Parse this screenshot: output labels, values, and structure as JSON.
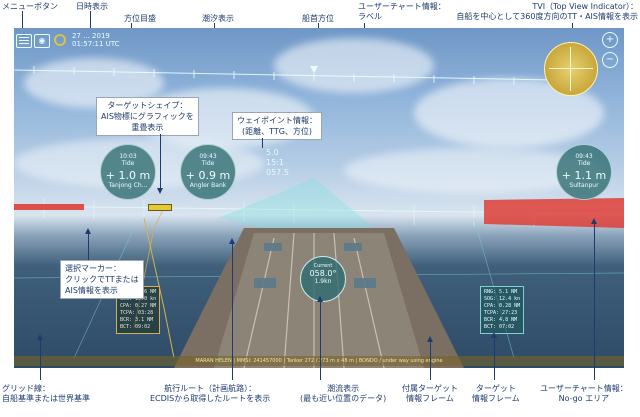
{
  "top_labels": {
    "menu_button": "メニューボタン",
    "time_display": "日時表示",
    "bearing": "方位目盛",
    "tide_display": "潮汐表示",
    "heading": "船首方位",
    "user_chart_label_title": "ユーザーチャート情報：",
    "user_chart_label_sub": "ラベル",
    "tvi_title": "TVI（Top View Indicator）：",
    "tvi_sub": "自船を中心として360度方向のTT・AIS情報を表示"
  },
  "callouts": {
    "target_shape_line1": "ターゲットシェイプ：",
    "target_shape_line2": "AIS物標にグラフィックを",
    "target_shape_line3": "重畳表示",
    "waypoint_line1": "ウェイポイント情報：",
    "waypoint_line2": "(距離、TTG、方位)",
    "select_marker_line1": "選択マーカー：",
    "select_marker_line2": "クリックでTTまたは",
    "select_marker_line3": "AIS情報を表示"
  },
  "bottom_labels": {
    "grid_line1": "グリッド線：",
    "grid_line2": "自船基準または世界基準",
    "route_line1": "航行ルート（計画航路）：",
    "route_line2": "ECDISから取得したルートを表示",
    "current_line1": "潮流表示",
    "current_line2": "(最も近い位置のデータ)",
    "attached_line1": "付属ターゲット",
    "attached_line2": "情報フレーム",
    "target_frame_line1": "ターゲット",
    "target_frame_line2": "情報フレーム",
    "nogo_line1": "ユーザーチャート情報：",
    "nogo_line2": "No-go エリア"
  },
  "hud": {
    "date": "27 ... 2019",
    "time": "01:57:11 UTC",
    "zoom_in": "+",
    "zoom_out": "−"
  },
  "tide_widgets": [
    {
      "time": "10:03",
      "label": "Tide",
      "value": "+ 1.0 m",
      "place": "Tanjong Ch..."
    },
    {
      "time": "09:43",
      "label": "Tide",
      "value": "+ 0.9 m",
      "place": "Angler Bank"
    },
    {
      "time": "09:43",
      "label": "Tide",
      "value": "+ 1.1 m",
      "place": "Sultanpur"
    }
  ],
  "waypoint_values": [
    "5.0",
    "15:1",
    "057.5"
  ],
  "current_widget": {
    "label": "Current",
    "bearing": "058.0°",
    "speed": "1.9kn"
  },
  "status_bar": "MARAN HELEN | MMSI: 241457000 | Tanker 272 / 273 m x 48 m | BONDO / under way using engine",
  "target_info_left": [
    "RNG: 0.86 NM",
    "SOG: 10.0 kn",
    "CPA: 0.27 NM",
    "TCPA: 03:28",
    "BCR: 3.1 NM",
    "BCT: 09:02"
  ],
  "target_info_right": [
    "RNG: 5.1 NM",
    "SOG: 12.4 kn",
    "CPA: 0.28 NM",
    "TCPA: 27:23",
    "BCR: 4.8 NM",
    "BCT: 07:02"
  ],
  "colors": {
    "label": "#1f3b6e",
    "hud": "#e8ffff",
    "tide": "#2e6c70",
    "nogo": "#e0342c",
    "route": "#d7b24a"
  }
}
